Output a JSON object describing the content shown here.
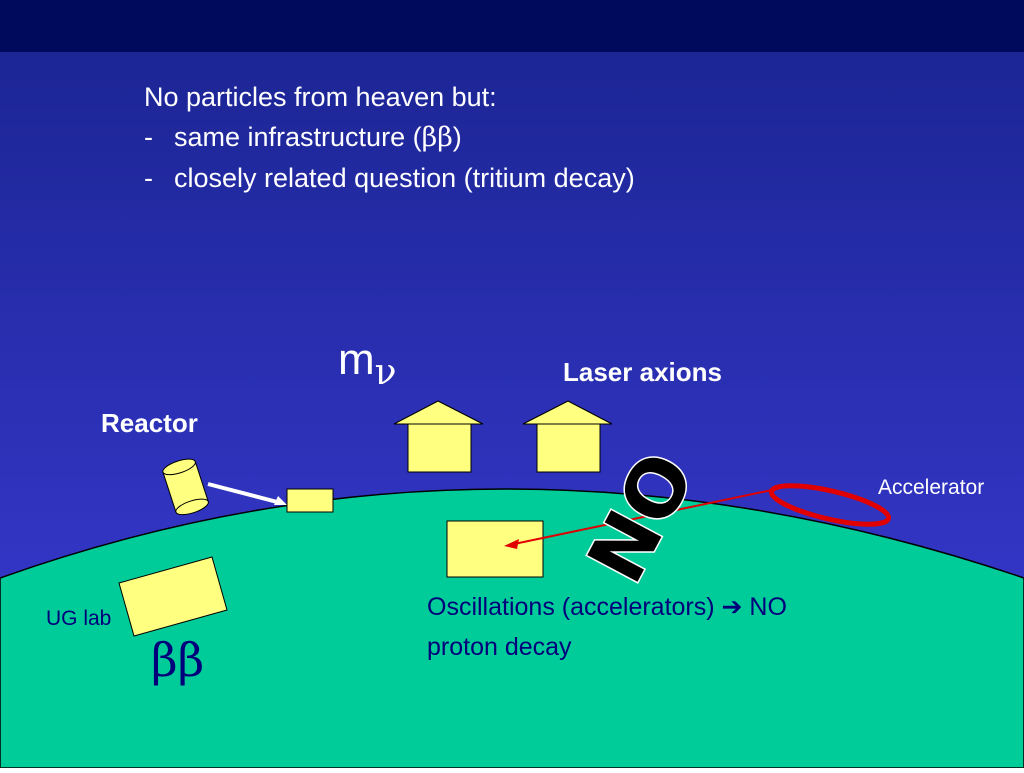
{
  "intro": {
    "heading": "No particles from heaven but:",
    "bullets": [
      {
        "dash": "-",
        "text": "same infrastructure  (",
        "greek": "ββ",
        "after": ")"
      },
      {
        "dash": "-",
        "text": "closely related question (tritium decay)",
        "greek": "",
        "after": ""
      }
    ]
  },
  "labels": {
    "m": "m",
    "nu": "ν",
    "laser_axions": "Laser axions",
    "reactor": "Reactor",
    "accelerator": "Accelerator",
    "ug_lab": "UG lab",
    "beta_beta": "ββ",
    "oscillations": "Oscillations (accelerators) ",
    "arrow": "➔",
    "oscillations_no": " NO",
    "proton_decay": "proton decay",
    "no_stamp": "NO"
  },
  "colors": {
    "title_bar": "#000a5c",
    "background_top": "#1e2a9e",
    "background_bottom": "#3a3ad2",
    "earth": "#00cc99",
    "box_fill": "#ffff80",
    "red": "#e00000",
    "navy_text": "#00007a"
  }
}
